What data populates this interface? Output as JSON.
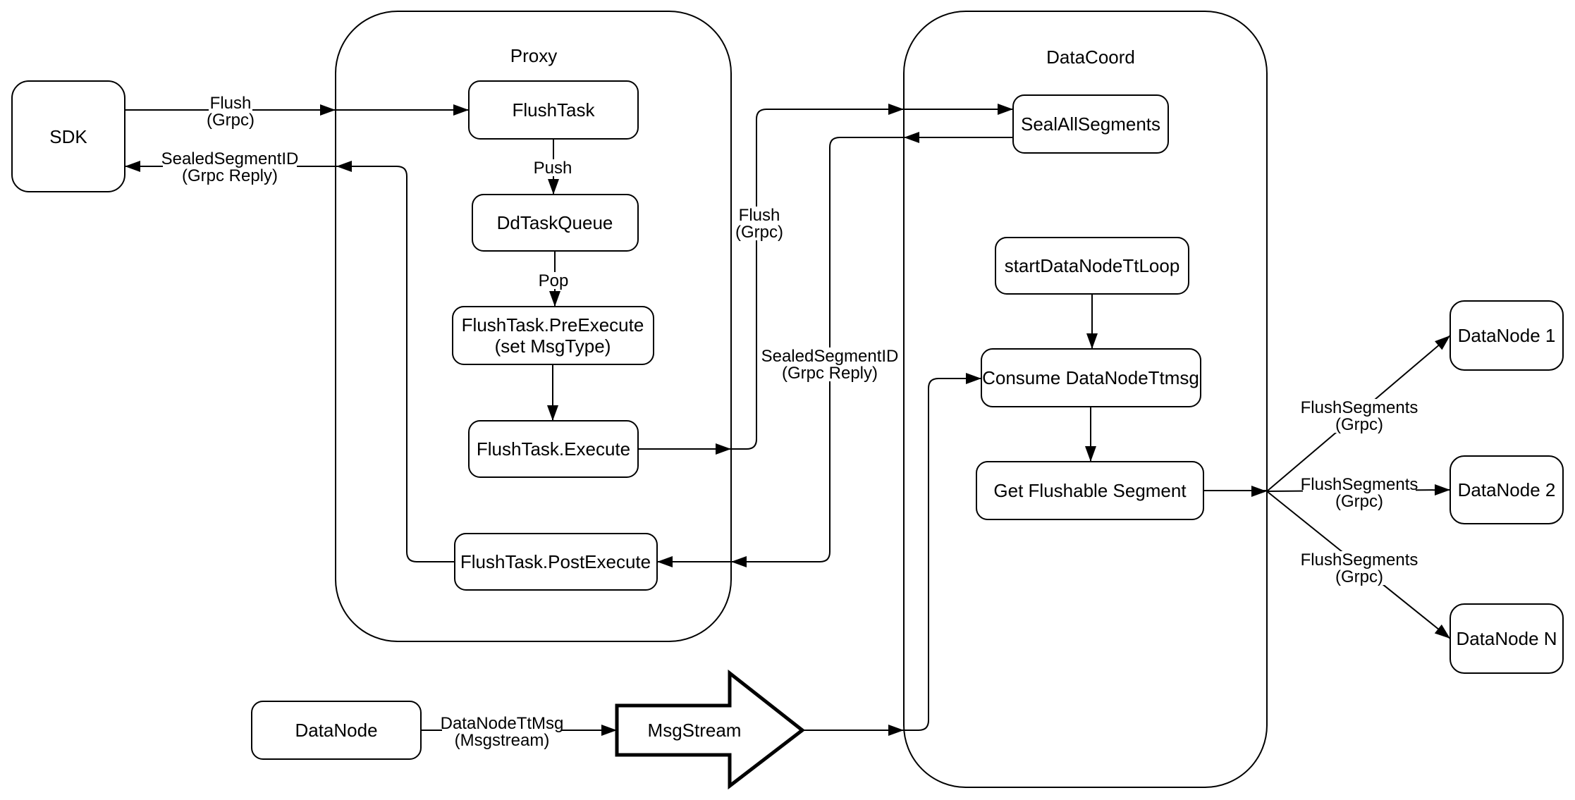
{
  "containers": {
    "proxy": "Proxy",
    "datacoord": "DataCoord"
  },
  "nodes": {
    "sdk": "SDK",
    "flush_task": "FlushTask",
    "dd_task_queue": "DdTaskQueue",
    "pre_execute_line1": "FlushTask.PreExecute",
    "pre_execute_line2": "(set MsgType)",
    "execute": "FlushTask.Execute",
    "post_execute": "FlushTask.PostExecute",
    "seal_all_segments": "SealAllSegments",
    "start_datanode_tt_loop": "startDataNodeTtLoop",
    "consume_datanode_ttmsg": "Consume DataNodeTtmsg",
    "get_flushable_segment": "Get Flushable Segment",
    "datanode_1": "DataNode 1",
    "datanode_2": "DataNode 2",
    "datanode_n": "DataNode N",
    "datanode": "DataNode",
    "msgstream": "MsgStream"
  },
  "labels": {
    "flush_sdk": {
      "line1": "Flush",
      "line2": "(Grpc)"
    },
    "sealed_sdk": {
      "line1": "SealedSegmentID",
      "line2": "(Grpc Reply)"
    },
    "push": "Push",
    "pop": "Pop",
    "flush_mid": {
      "line1": "Flush",
      "line2": "(Grpc)"
    },
    "sealed_mid": {
      "line1": "SealedSegmentID",
      "line2": "(Grpc Reply)"
    },
    "flush_segments_1": {
      "line1": "FlushSegments",
      "line2": "(Grpc)"
    },
    "flush_segments_2": {
      "line1": "FlushSegments",
      "line2": "(Grpc)"
    },
    "flush_segments_3": {
      "line1": "FlushSegments",
      "line2": "(Grpc)"
    },
    "datanode_ttmsg": {
      "line1": "DataNodeTtMsg",
      "line2": "(Msgstream)"
    }
  },
  "colors": {
    "ink": "#000000",
    "paper": "#ffffff"
  }
}
